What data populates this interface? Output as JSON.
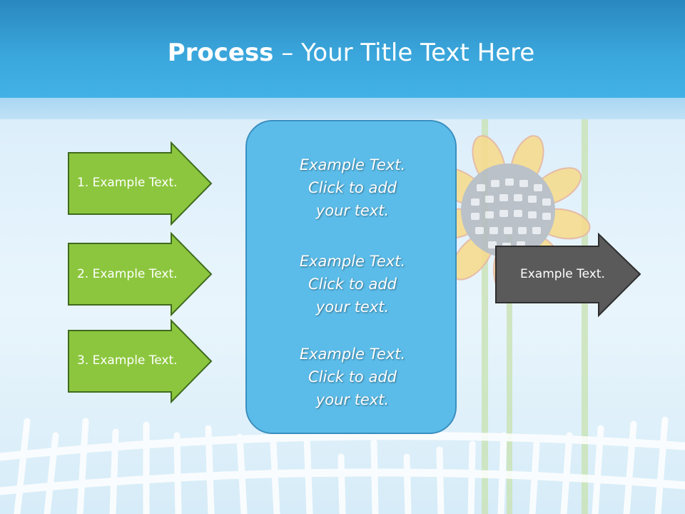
{
  "slide": {
    "title_bold": "Process",
    "title_rest": " – Your Title Text Here"
  },
  "left_arrows": [
    {
      "label": "1. Example Text."
    },
    {
      "label": "2. Example Text."
    },
    {
      "label": "3. Example Text."
    }
  ],
  "center_box": {
    "blocks": [
      {
        "line1": "Example Text.",
        "line2": "Click  to add",
        "line3": "your text."
      },
      {
        "line1": "Example Text.",
        "line2": "Click  to add",
        "line3": "your text."
      },
      {
        "line1": "Example Text.",
        "line2": "Click  to add",
        "line3": "your text."
      }
    ]
  },
  "right_arrow": {
    "label": "Example Text."
  },
  "colors": {
    "header": "#3aa6db",
    "green_arrow": "#8cc63e",
    "green_arrow_border": "#3f6b1e",
    "center_box": "#5bbce9",
    "gray_arrow": "#5a5a5a"
  }
}
